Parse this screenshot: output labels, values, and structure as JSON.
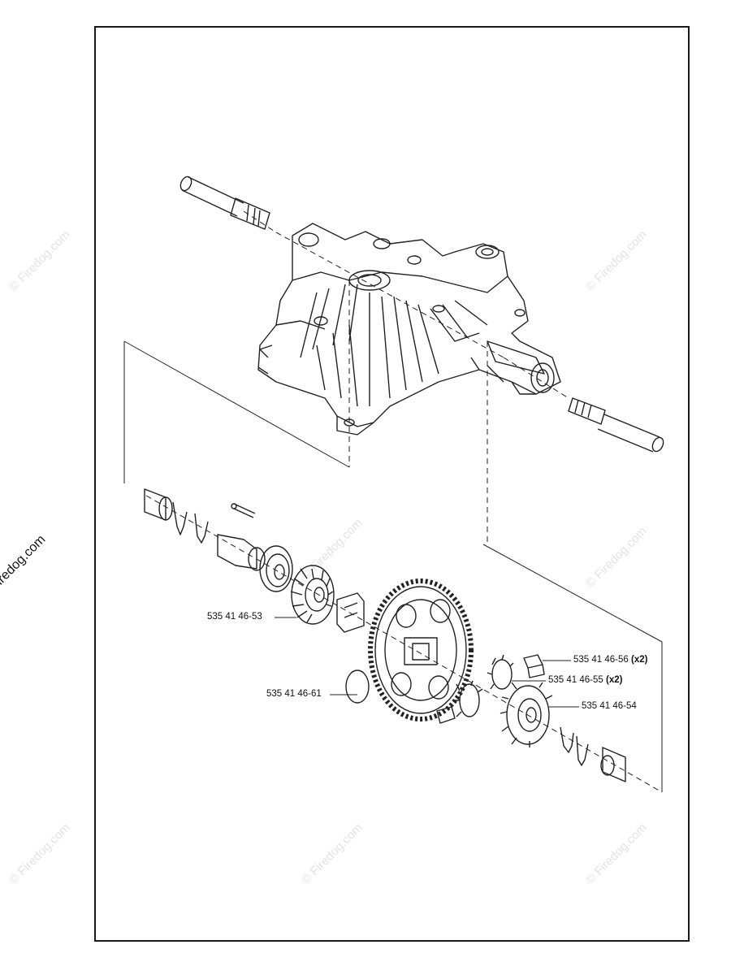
{
  "watermark": "© Firedog.com",
  "parts": [
    {
      "part_number": "535 41 46-53",
      "qty": ""
    },
    {
      "part_number": "535 41 46-61",
      "qty": ""
    },
    {
      "part_number": "535 41 46-56",
      "qty": "(x2)"
    },
    {
      "part_number": "535 41 46-55",
      "qty": "(x2)"
    },
    {
      "part_number": "535 41 46-54",
      "qty": ""
    }
  ]
}
